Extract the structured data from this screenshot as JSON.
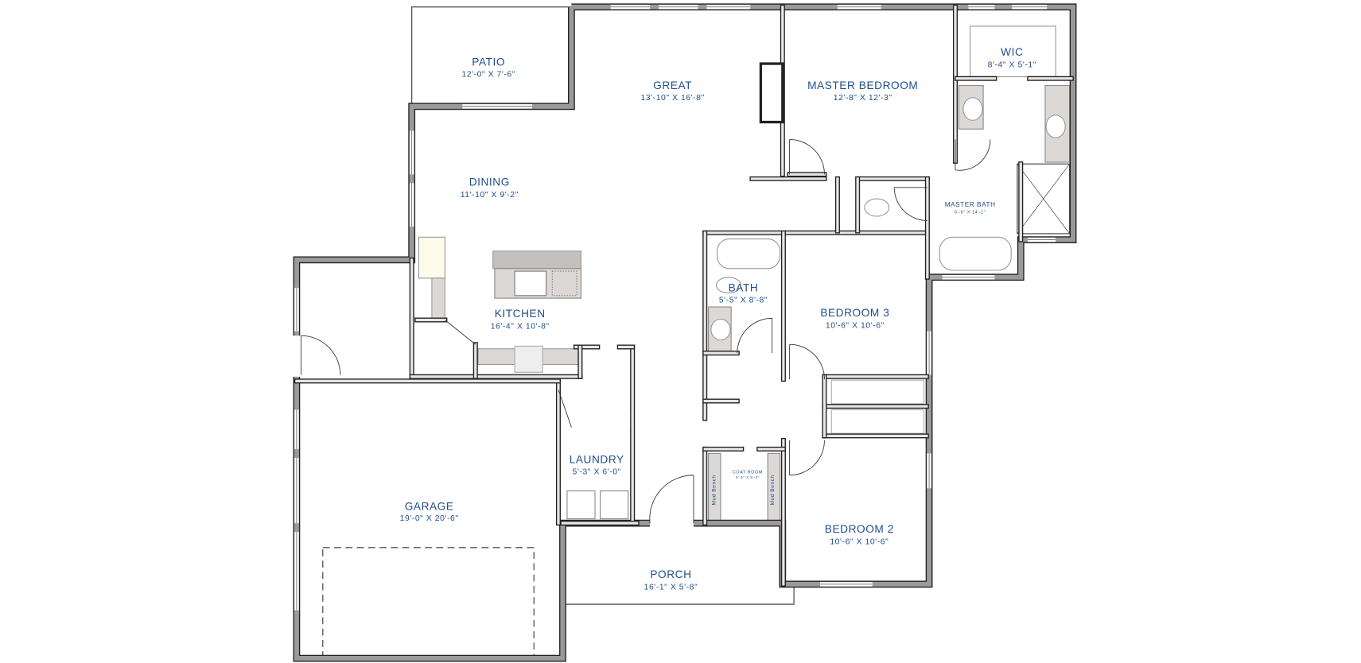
{
  "plan": {
    "rooms": [
      {
        "key": "patio",
        "name": "PATIO",
        "dims": "12'-0\" X 7'-6\""
      },
      {
        "key": "great",
        "name": "GREAT",
        "dims": "13'-10\" X 16'-8\""
      },
      {
        "key": "master_bedroom",
        "name": "MASTER BEDROOM",
        "dims": "12'-8\" X 12'-3\""
      },
      {
        "key": "wic",
        "name": "WIC",
        "dims": "8'-4\" X 5'-1\""
      },
      {
        "key": "master_bath",
        "name": "MASTER BATH",
        "dims": "6'-6\" X 14'-1\""
      },
      {
        "key": "dining",
        "name": "DINING",
        "dims": "11'-10\" X 9'-2\""
      },
      {
        "key": "kitchen",
        "name": "KITCHEN",
        "dims": "16'-4\" X 10'-8\""
      },
      {
        "key": "bath",
        "name": "BATH",
        "dims": "5'-5\" X 8'-8\""
      },
      {
        "key": "bedroom_3",
        "name": "BEDROOM 3",
        "dims": "10'-6\" X 10'-6\""
      },
      {
        "key": "laundry",
        "name": "LAUNDRY",
        "dims": "5'-3\" X 6'-0\""
      },
      {
        "key": "garage",
        "name": "GARAGE",
        "dims": "19'-0\" X 20'-6\""
      },
      {
        "key": "coat_room",
        "name": "COAT ROOM",
        "dims": "5'-5\" X 5'-0\""
      },
      {
        "key": "bedroom_2",
        "name": "BEDROOM 2",
        "dims": "10'-6\" X 10'-6\""
      },
      {
        "key": "porch",
        "name": "PORCH",
        "dims": "16'-1\" X 5'-8\""
      }
    ],
    "fixture_labels": {
      "mud_bench_left": "Mud Bench",
      "mud_bench_right": "Mud Bench"
    },
    "colors": {
      "label": "#1f4e8c",
      "exterior_wall": "#9a9a9a",
      "wall_outline": "#222222",
      "counter": "#dcd8d6",
      "island_top": "#c4c0be"
    }
  }
}
